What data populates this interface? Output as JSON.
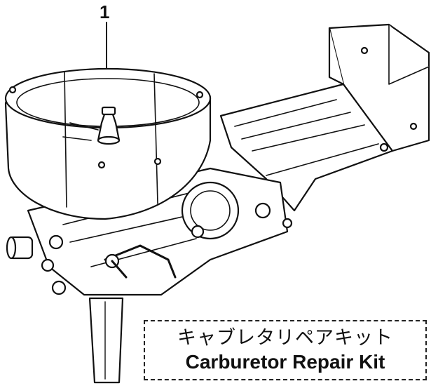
{
  "callout": {
    "number": "1"
  },
  "kit_label": {
    "japanese": "キャブレタリペアキット",
    "english": "Carburetor Repair Kit"
  }
}
